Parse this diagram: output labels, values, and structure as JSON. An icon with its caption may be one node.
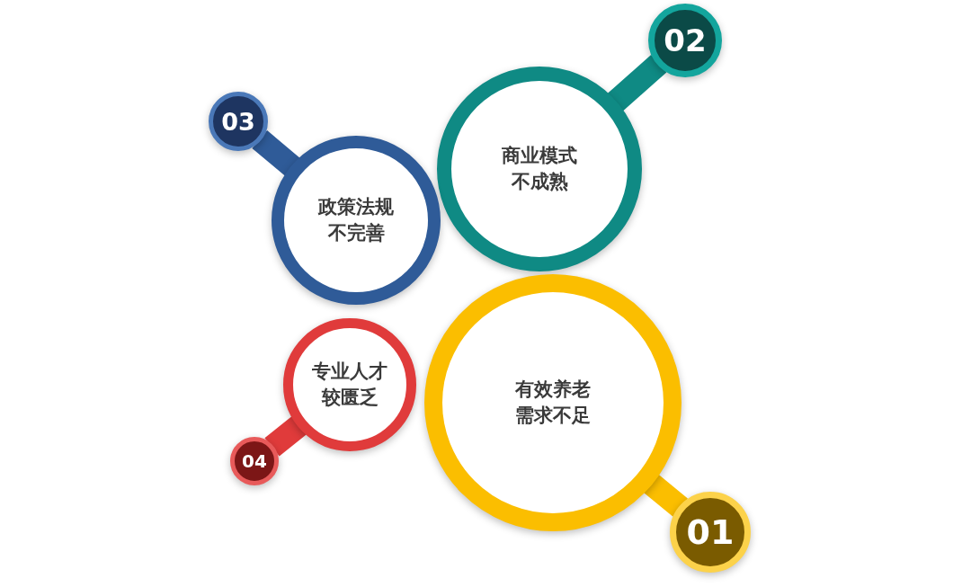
{
  "diagram": {
    "nodes": [
      {
        "text": [
          "02"
        ]
      },
      {
        "text": [
          "03"
        ]
      },
      {
        "text": [
          "商业模式不成熟"
        ]
      },
      {
        "text": [
          "政策法规不完善"
        ]
      },
      {
        "text": [
          "专业人才较匮乏"
        ]
      },
      {
        "text": [
          "有效养老需求不足"
        ]
      },
      {
        "text": [
          "04"
        ]
      },
      {
        "text": [
          "01"
        ]
      }
    ],
    "edges": [
      {
        "from": 0,
        "to": 2,
        "arrow": "none",
        "color": "#0f8a84"
      },
      {
        "from": 1,
        "to": 3,
        "arrow": "none",
        "color": "#2f5b98"
      },
      {
        "from": 6,
        "to": 4,
        "arrow": "none",
        "color": "#e03b3b"
      },
      {
        "from": 7,
        "to": 5,
        "arrow": "none",
        "color": "#fbbe00"
      }
    ]
  }
}
